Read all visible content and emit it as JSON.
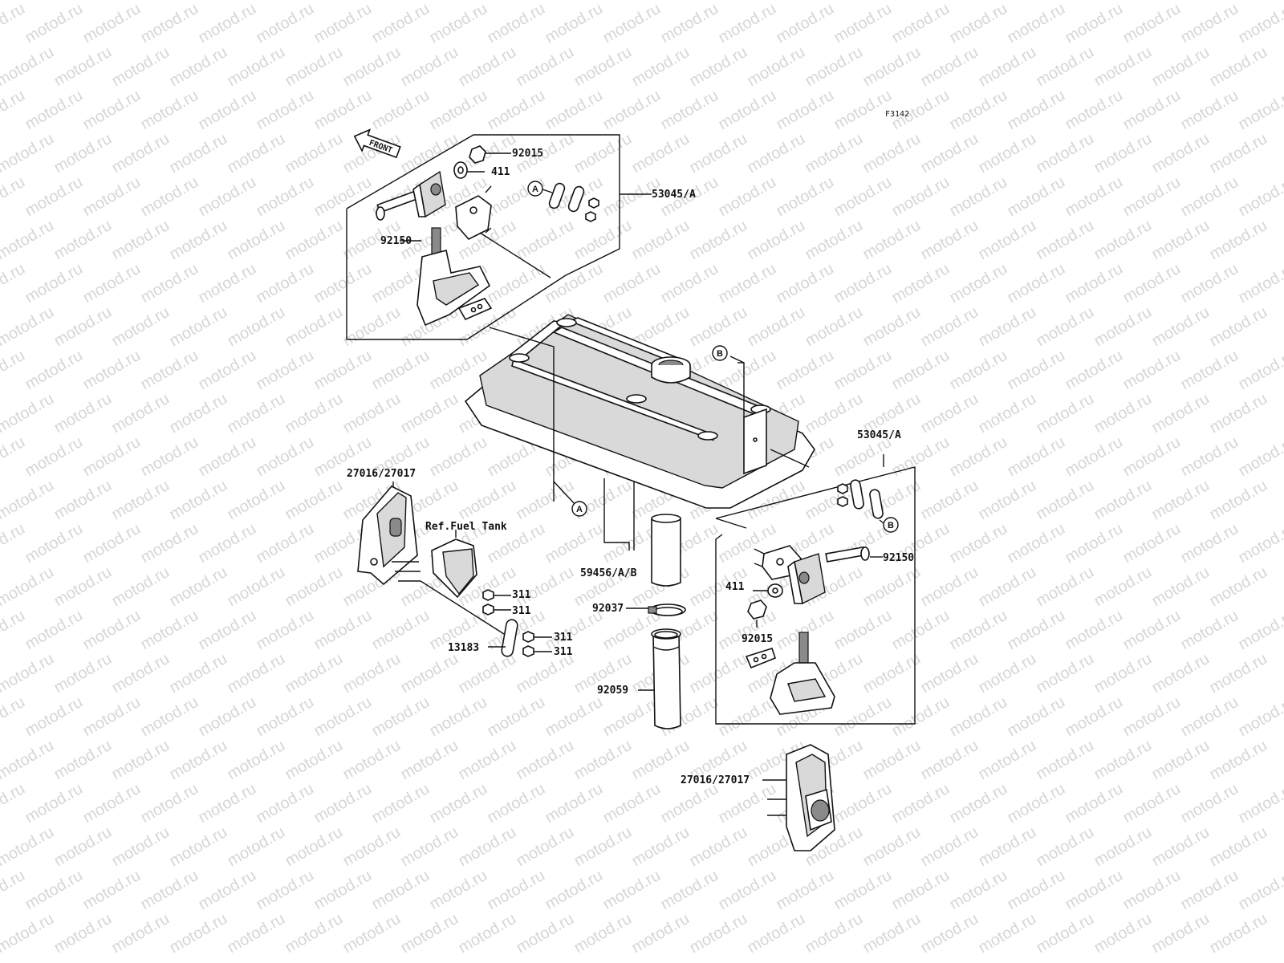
{
  "diagram": {
    "code": "F3142",
    "front_label": "FRONT",
    "watermark": "motod.ru",
    "reference_note": "Ref.Fuel Tank",
    "circle_markers": {
      "a": "A",
      "b": "B"
    },
    "part_numbers": {
      "p53045a_top": "53045/A",
      "p53045a_right": "53045/A",
      "p92015_top": "92015",
      "p411_top": "411",
      "p92150_top": "92150",
      "p92150_right": "92150",
      "p411_right": "411",
      "p92015_right": "92015",
      "p27016_left": "27016/27017",
      "p27016_bottom": "27016/27017",
      "p311_1": "311",
      "p311_2": "311",
      "p311_3": "311",
      "p311_4": "311",
      "p13183": "13183",
      "p59456": "59456/A/B",
      "p92037": "92037",
      "p92059": "92059"
    }
  }
}
